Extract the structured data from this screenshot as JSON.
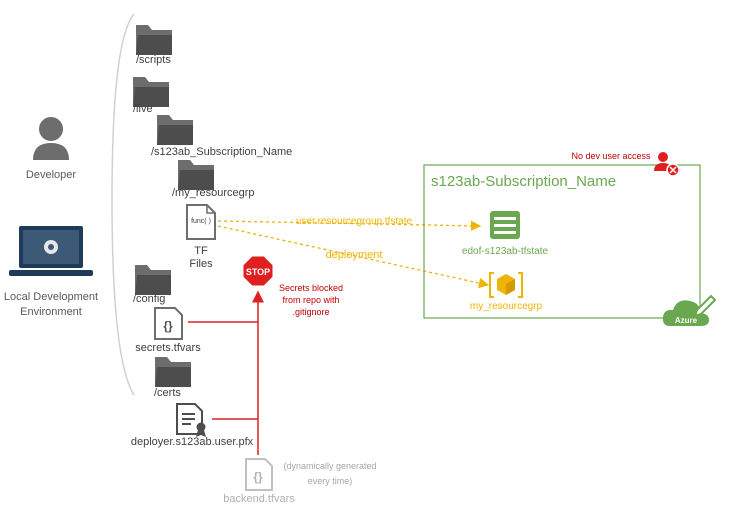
{
  "left": {
    "developer_label": "Developer",
    "env_label_line1": "Local Development",
    "env_label_line2": "Environment"
  },
  "tree": {
    "scripts": "/scripts",
    "live": "/live",
    "subscription": "/s123ab_Subscription_Name",
    "resourcegrp": "/my_resourcegrp",
    "tf_icon_text": "func( )",
    "tf_label_line1": "TF",
    "tf_label_line2": "Files",
    "config": "/config",
    "secrets": "secrets.tfvars",
    "certs": "/certs",
    "pfx": "deployer.s123ab.user.pfx",
    "backend": "backend.tfvars",
    "backend_note_line1": "(dynamically generated",
    "backend_note_line2": "every time)"
  },
  "stop": {
    "sign_text": "STOP",
    "note_line1": "Secrets blocked",
    "note_line2": "from repo with",
    "note_line3": ".gitignore"
  },
  "arrows": {
    "state_label": "user.resourcegroup.tfstate",
    "deploy_label": "deployment"
  },
  "azure": {
    "subscription_title": "s123ab-Subscription_Name",
    "no_access_label": "No dev user access",
    "storage_label": "edof-s123ab-tfstate",
    "resourcegrp_label": "my_resourcegrp",
    "cloud_label": "Azure"
  },
  "colors": {
    "gray_icon": "#6d6d6d",
    "green": "#6aa84f",
    "orange": "#f0b400",
    "red": "#e02020",
    "text": "#595959"
  }
}
